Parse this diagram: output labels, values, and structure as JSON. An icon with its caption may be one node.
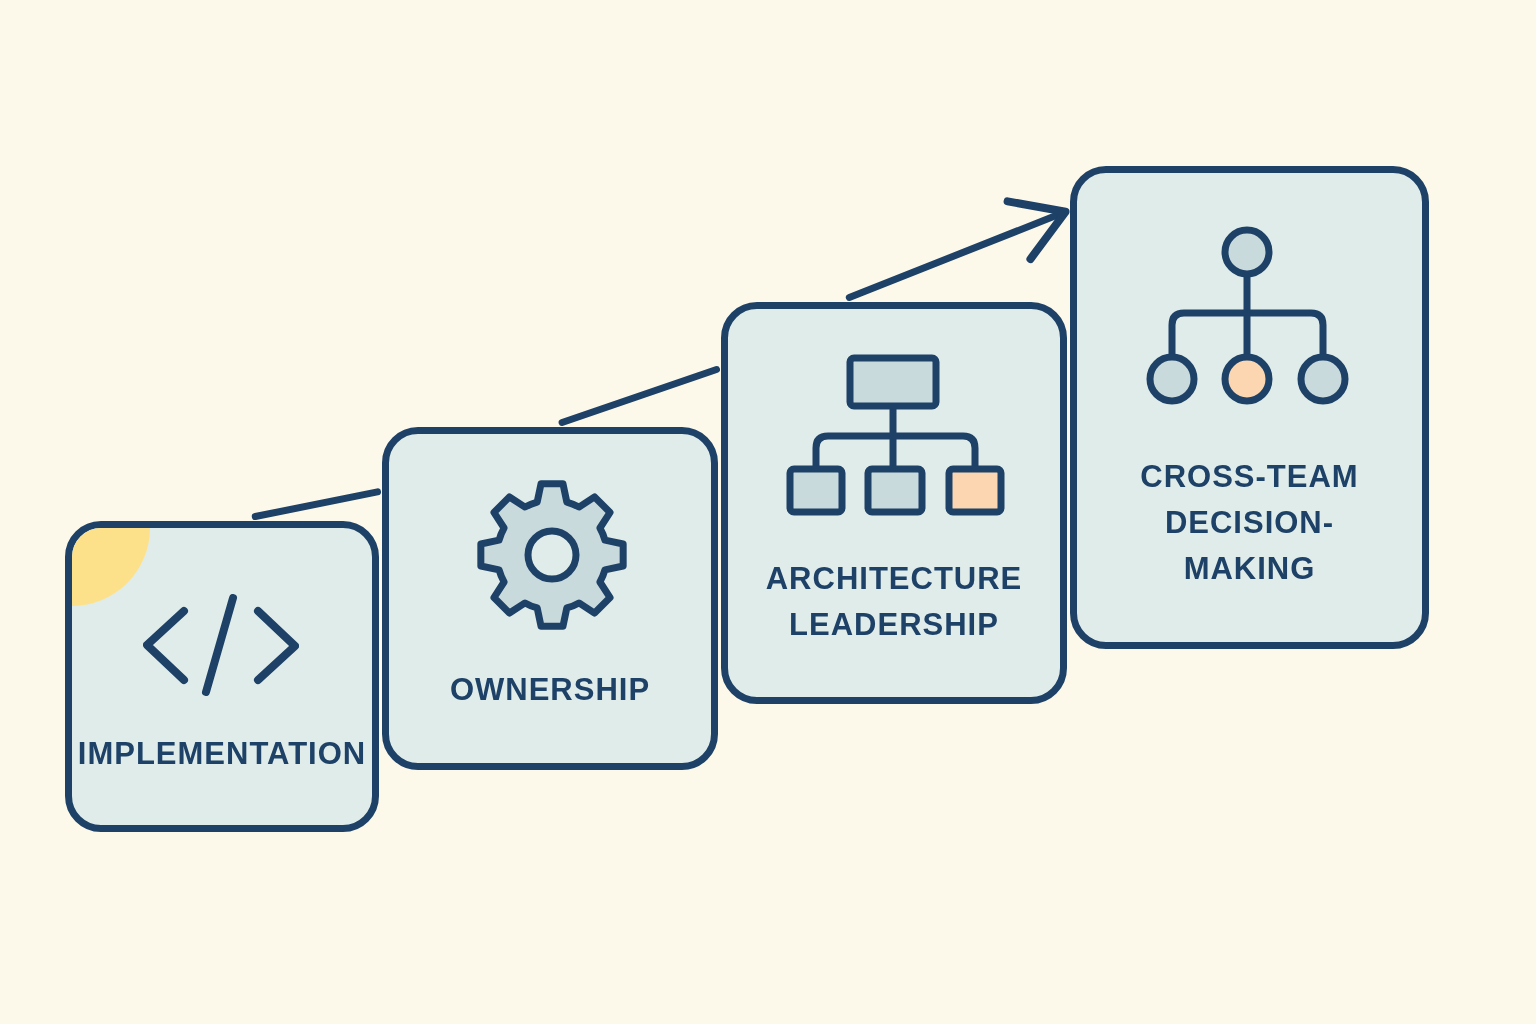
{
  "diagram": {
    "nodes": [
      {
        "text": [
          "IMPLEMENTATION"
        ]
      },
      {
        "text": [
          "OWNERSHIP"
        ]
      },
      {
        "text": [
          "ARCHITECTURE LEADERSHIP"
        ]
      },
      {
        "text": [
          "CROSS-TEAM DECISION-MAKING"
        ]
      }
    ],
    "edges": [
      {
        "from": 0,
        "to": 1,
        "arrow": "none"
      },
      {
        "from": 1,
        "to": 2,
        "arrow": "none"
      },
      {
        "from": 2,
        "to": 3,
        "arrow": "to"
      }
    ]
  }
}
